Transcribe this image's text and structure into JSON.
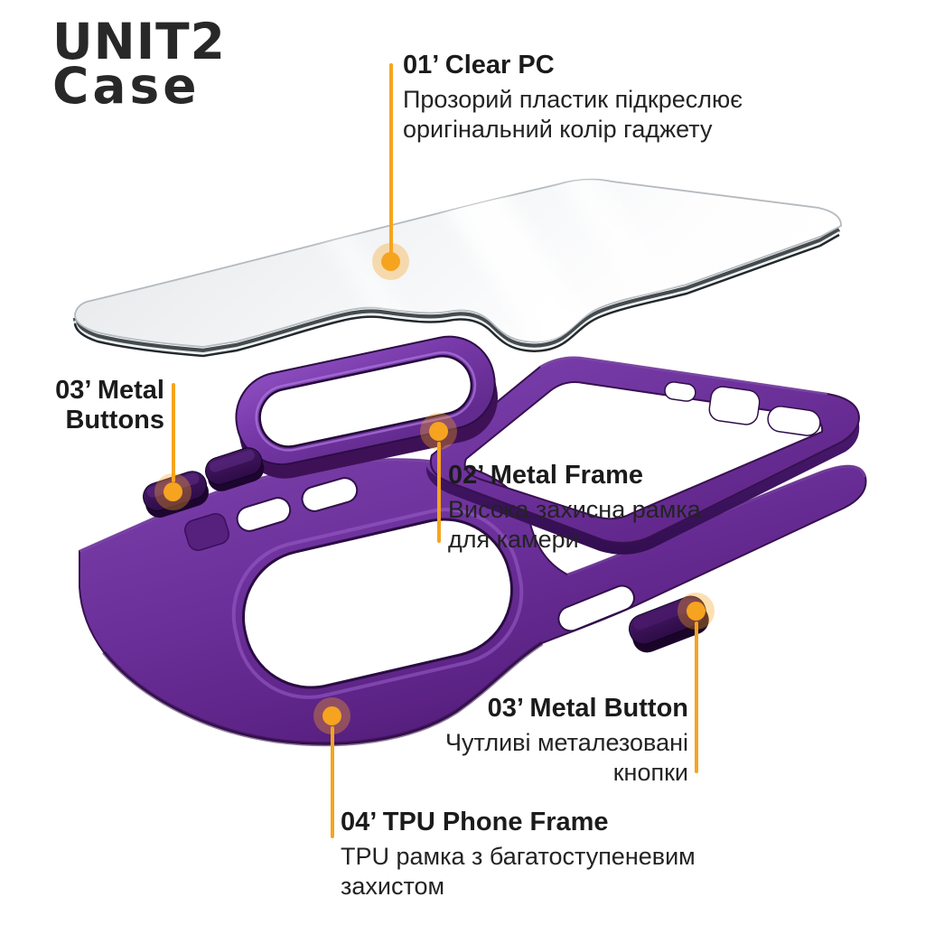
{
  "brand": {
    "name_line1": "UNIT2",
    "name_line2": "Case"
  },
  "callouts": {
    "clear_pc": {
      "title": "01’ Clear PC",
      "line1": "Прозорий пластик підкреслює",
      "line2": "оригінальний колір гаджету"
    },
    "metal_frame": {
      "title": "02’ Metal Frame",
      "line1": "Висока захисна рамка",
      "line2": "для камери"
    },
    "metal_buttons_left": {
      "title_line1": "03’ Metal",
      "title_line2": "Buttons"
    },
    "metal_button_right": {
      "title": "03’ Metal Button",
      "line1": "Чутливі металезовані",
      "line2": "кнопки"
    },
    "tpu_frame": {
      "title": "04’ TPU Phone Frame",
      "line1": "TPU рамка з багатоступеневим",
      "line2": "захистом"
    }
  },
  "colors": {
    "accent_orange": "#F6A41F",
    "accent_halo": "rgba(246,164,31,0.35)",
    "case_purple": "#6E3299",
    "case_purple_light": "#8F55C2",
    "case_purple_dark": "#451567",
    "case_purple_deep": "#2B0B44",
    "button_dark": "#33104F",
    "glass_gray": "#E8EAEC",
    "text_black": "#1C1C1C"
  }
}
